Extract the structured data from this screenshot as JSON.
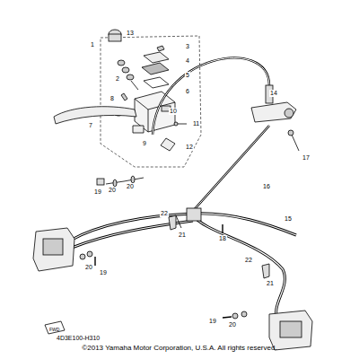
{
  "diagram": {
    "caption": "©2013 Yamaha Motor Corporation, U.S.A. All rights reserved.",
    "labels": [
      "13",
      "1",
      "3",
      "4",
      "5",
      "2",
      "6",
      "8",
      "10",
      "7",
      "11",
      "14",
      "9",
      "12",
      "17",
      "19",
      "20",
      "20",
      "16",
      "15",
      "22",
      "21",
      "18",
      "20",
      "19",
      "22",
      "21",
      "19",
      "20",
      "FWD",
      "4D3E100-H310"
    ]
  }
}
